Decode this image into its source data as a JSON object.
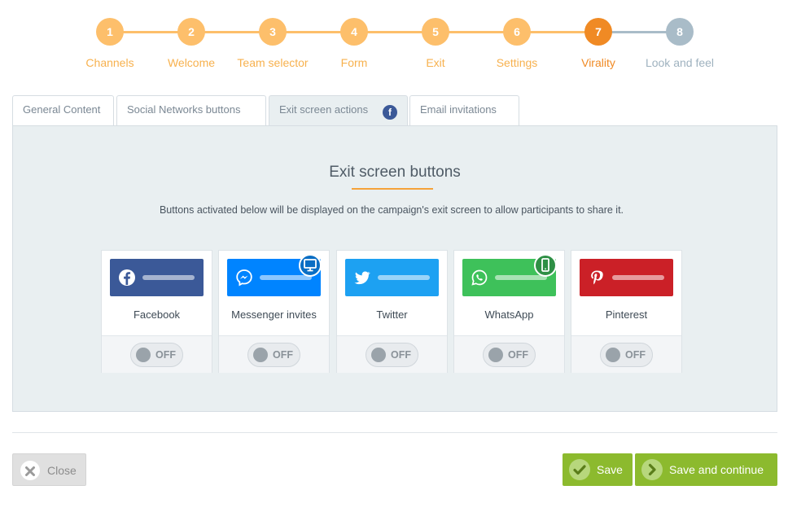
{
  "stepper": {
    "steps": [
      {
        "number": "1",
        "label": "Channels",
        "state": "done"
      },
      {
        "number": "2",
        "label": "Welcome",
        "state": "done"
      },
      {
        "number": "3",
        "label": "Team selector",
        "state": "done"
      },
      {
        "number": "4",
        "label": "Form",
        "state": "done"
      },
      {
        "number": "5",
        "label": "Exit",
        "state": "done"
      },
      {
        "number": "6",
        "label": "Settings",
        "state": "done"
      },
      {
        "number": "7",
        "label": "Virality",
        "state": "current"
      },
      {
        "number": "8",
        "label": "Look and feel",
        "state": "upcoming"
      }
    ],
    "colors": {
      "done": "#fdbf6b",
      "done_text": "#f7b14e",
      "current": "#f08a24",
      "upcoming": "#a9bcc8",
      "upcoming_text": "#9fb2bf"
    }
  },
  "tabs": [
    {
      "label": "General Content",
      "active": false
    },
    {
      "label": "Social Networks buttons",
      "active": false
    },
    {
      "label": "Exit screen actions",
      "active": true,
      "icon": "facebook-icon"
    },
    {
      "label": "Email invitations",
      "active": false
    }
  ],
  "panel": {
    "title": "Exit screen buttons",
    "description": "Buttons activated below will be displayed on the campaign's exit screen to allow participants to share it."
  },
  "networks": [
    {
      "name": "Facebook",
      "color": "#3b5998",
      "icon": "facebook-icon",
      "badge": null,
      "toggle": "OFF"
    },
    {
      "name": "Messenger invites",
      "color": "#0084ff",
      "icon": "messenger-icon",
      "badge": "desktop-icon",
      "toggle": "OFF"
    },
    {
      "name": "Twitter",
      "color": "#1da1f2",
      "icon": "twitter-icon",
      "badge": null,
      "toggle": "OFF"
    },
    {
      "name": "WhatsApp",
      "color": "#3ec15a",
      "icon": "whatsapp-icon",
      "badge": "mobile-icon",
      "toggle": "OFF"
    },
    {
      "name": "Pinterest",
      "color": "#cb2027",
      "icon": "pinterest-icon",
      "badge": null,
      "toggle": "OFF"
    }
  ],
  "footer": {
    "close_label": "Close",
    "save_label": "Save",
    "save_continue_label": "Save and continue"
  }
}
